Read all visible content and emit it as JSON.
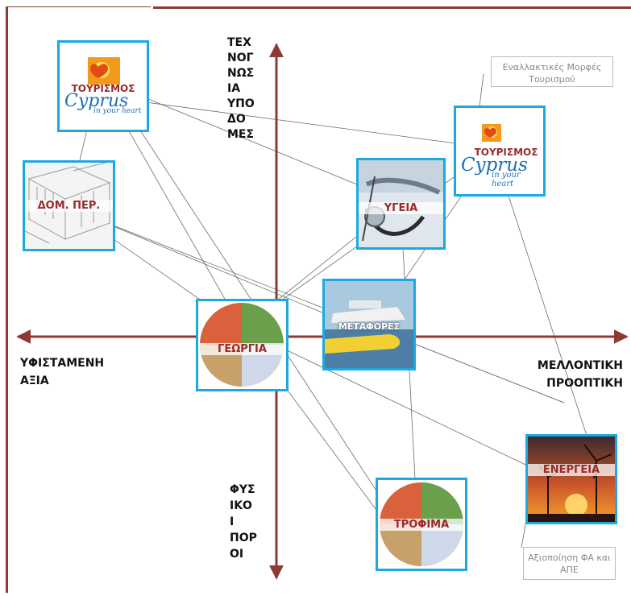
{
  "axes": {
    "vertical_top_lines": [
      "ΤΕΧ",
      "ΝΟΓ",
      "ΝΩΣ",
      "ΙΑ",
      "ΥΠΟ",
      "ΔΟ",
      "ΜΕΣ"
    ],
    "vertical_bottom_lines": [
      "ΦΥΣ",
      "ΙΚΟ",
      "Ι",
      "ΠΟΡ",
      "ΟΙ"
    ],
    "left_lines": [
      "ΥΦΙΣΤΑΜΕΝΗ",
      "ΑΞΙΑ"
    ],
    "right_lines": [
      "ΜΕΛΛΟΝΤΙΚΗ",
      "ΠΡΟΟΠΤΙΚΗ"
    ]
  },
  "tiles": {
    "tourism_left": "ΤΟΥΡΙΣΜΟΣ",
    "tourism_right": "ΤΟΥΡΙΣΜΟΣ",
    "construction": "ΔΟΜ. ΠΕΡ.",
    "health": "ΥΓΕΙΑ",
    "transport": "ΜΕΤΑΦΟΡΕΣ",
    "agriculture": "ΓΕΩΡΓΙΑ",
    "energy": "ΕΝΕΡΓΕΙΑ",
    "food": "ΤΡΟΦΙΜΑ"
  },
  "logo": {
    "word": "Cyprus",
    "tagline": "in your heart"
  },
  "notes": {
    "alt_tourism": "Εναλλακτικές Μορφές Τουρισμού",
    "energy_note": "Αξιοποίηση ΦΑ και ΑΠΕ"
  },
  "colors": {
    "axis": "#8e3a33",
    "tile_border": "#1aa9e0",
    "label": "#9a2a2a"
  }
}
